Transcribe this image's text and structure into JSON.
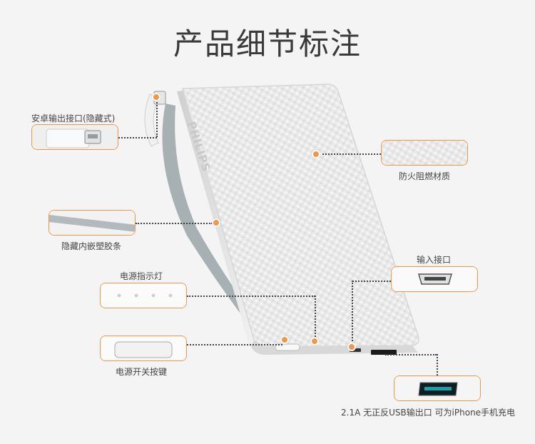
{
  "title": "产品细节标注",
  "brand": "PHILIPS",
  "callouts": {
    "android_port": "安卓输出接口(隐藏式)",
    "fire_retardant": "防火阻燃材质",
    "hidden_strip": "隐藏内嵌塑胶条",
    "input_port": "输入接口",
    "power_indicator": "电源指示灯",
    "power_button": "电源开关按键",
    "usb_output": "2.1A 无正反USB输出口 可为iPhone手机充电"
  },
  "colors": {
    "accent": "#f0984a",
    "background": "#f4f4f4"
  },
  "icons": {
    "micro_usb": "micro-usb-connector-icon",
    "indicator_leds": "indicator-led-icon",
    "usb_port": "usb-port-icon"
  }
}
